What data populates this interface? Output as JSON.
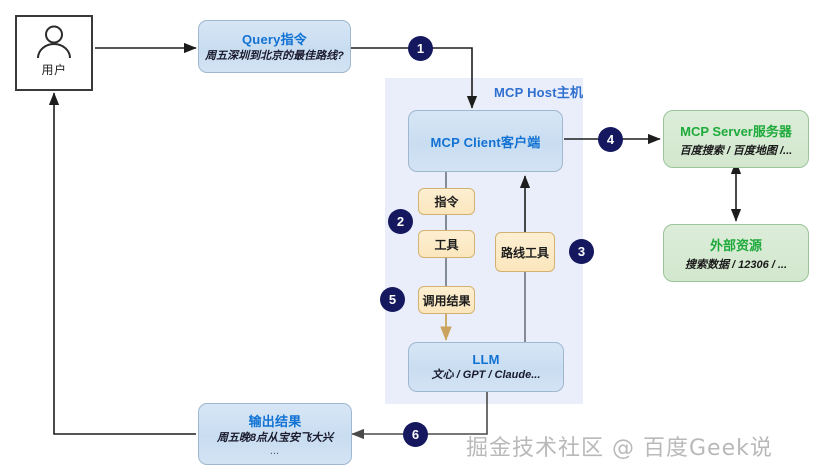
{
  "diagram": {
    "title_watermark": "掘金技术社区 @ 百度Geek说",
    "user": {
      "label": "用户",
      "icon": "person-icon"
    },
    "query": {
      "title": "Query指令",
      "subtitle": "周五深圳到北京的最佳路线?"
    },
    "host": {
      "title": "MCP Host主机",
      "client": {
        "title": "MCP Client客户端"
      },
      "llm": {
        "title": "LLM",
        "subtitle": "文心 / GPT / Claude..."
      },
      "chain": [
        {
          "label": "指令"
        },
        {
          "label": "工具"
        },
        {
          "label": "调用结果"
        }
      ],
      "route_tool": {
        "label": "路线工具"
      }
    },
    "server": {
      "title": "MCP Server服务器",
      "subtitle": "百度搜索 / 百度地图 /..."
    },
    "resource": {
      "title": "外部资源",
      "subtitle": "搜索数据 / 12306 / ..."
    },
    "output": {
      "title": "输出结果",
      "subtitle": "周五晚8点从宝安飞大兴",
      "subtitle2": "..."
    },
    "steps": [
      {
        "n": "1"
      },
      {
        "n": "2"
      },
      {
        "n": "3"
      },
      {
        "n": "4"
      },
      {
        "n": "5"
      },
      {
        "n": "6"
      }
    ],
    "colors": {
      "badge": "#15185e",
      "blue_title": "#1172d3",
      "green_title": "#1faa3c",
      "host_panel": "#e9edfa",
      "orange_fill": "#fbe6bd"
    }
  }
}
